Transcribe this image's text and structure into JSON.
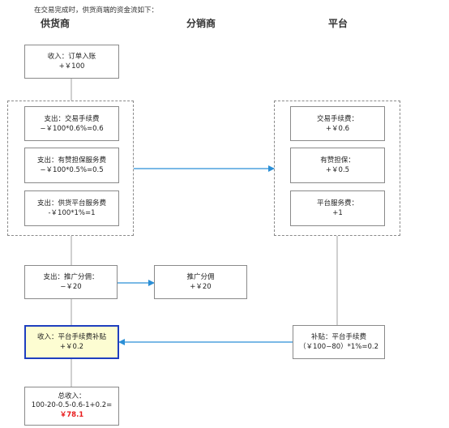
{
  "intro": "在交易完成时，供货商端的资金流如下：",
  "columns": {
    "supplier": "供货商",
    "distributor": "分销商",
    "platform": "平台"
  },
  "boxes": {
    "income_order": {
      "line1": "收入：订单入账",
      "line2": "+￥100"
    },
    "exp_tx_fee": {
      "line1": "支出：交易手续费",
      "line2": "−￥100*0.6%=0.6"
    },
    "exp_guarantee": {
      "line1": "支出：有赞担保服务费",
      "line2": "−￥100*0.5%=0.5"
    },
    "exp_platform_service": {
      "line1": "支出：供货平台服务费",
      "line2": "-￥100*1%=1"
    },
    "plat_tx_fee": {
      "line1": "交易手续费：",
      "line2": "+￥0.6"
    },
    "plat_guarantee": {
      "line1": "有赞担保：",
      "line2": "+￥0.5"
    },
    "plat_service": {
      "line1": "平台服务费：",
      "line2": "+1"
    },
    "exp_commission": {
      "line1": "支出：推广分佣：",
      "line2": "−￥20"
    },
    "dist_commission": {
      "line1": "推广分佣",
      "line2": "+￥20"
    },
    "income_subsidy": {
      "line1": "收入：平台手续费补贴",
      "line2": "+￥0.2"
    },
    "plat_subsidy": {
      "line1": "补贴：平台手续费",
      "line2": "（￥100−80）*1%=0.2"
    },
    "total": {
      "line1": "总收入：",
      "line2": "100-20-0.5-0.6-1+0.2=",
      "line3": "￥78.1"
    }
  },
  "colors": {
    "arrow": "#2b8fd6",
    "highlight_border": "#1f3fbf",
    "highlight_fill": "#fdfdd2",
    "total_value": "#e8191a"
  }
}
